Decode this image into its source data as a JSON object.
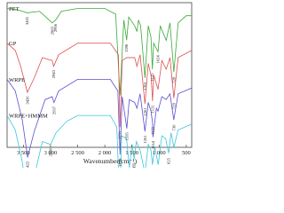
{
  "chart_data": {
    "type": "line",
    "title": "",
    "xlabel": "Wavenumber(cm⁻¹)",
    "ylabel": "",
    "xlim": [
      3800,
      400
    ],
    "x_reversed": true,
    "x_ticks": [
      "3 500",
      "3 000",
      "2 500",
      "2 000",
      "1 500",
      "1 000",
      "500"
    ],
    "x_tick_values": [
      3500,
      3000,
      2500,
      2000,
      1500,
      1000,
      500
    ],
    "grid": false,
    "legend": "labels at upper-left of each curve",
    "series": [
      {
        "name": "PET",
        "color": "#3aa83a",
        "baseline": 0.96,
        "points": [
          [
            3800,
            0.0
          ],
          [
            3600,
            -0.01
          ],
          [
            3431,
            -0.03
          ],
          [
            3200,
            -0.02
          ],
          [
            2969,
            -0.1
          ],
          [
            2906,
            -0.08
          ],
          [
            2800,
            -0.02
          ],
          [
            2500,
            0.0
          ],
          [
            2200,
            0.0
          ],
          [
            2000,
            0.0
          ],
          [
            1800,
            -0.04
          ],
          [
            1721,
            -0.6
          ],
          [
            1650,
            -0.08
          ],
          [
            1598,
            -0.22
          ],
          [
            1560,
            -0.06
          ],
          [
            1450,
            -0.12
          ],
          [
            1409,
            -0.16
          ],
          [
            1380,
            -0.08
          ],
          [
            1340,
            -0.12
          ],
          [
            1261,
            -0.48
          ],
          [
            1200,
            -0.12
          ],
          [
            1150,
            -0.2
          ],
          [
            1125,
            -0.42
          ],
          [
            1100,
            -0.24
          ],
          [
            1020,
            -0.3
          ],
          [
            980,
            -0.12
          ],
          [
            870,
            -0.22
          ],
          [
            800,
            -0.1
          ],
          [
            729,
            -0.44
          ],
          [
            650,
            -0.1
          ],
          [
            500,
            -0.05
          ],
          [
            400,
            -0.05
          ]
        ],
        "annotations": [
          {
            "x": 3431,
            "label": "3431"
          },
          {
            "x": 2969,
            "label": "2969"
          },
          {
            "x": 2906,
            "label": "2906"
          },
          {
            "x": 1598,
            "label": "1598"
          },
          {
            "x": 1261,
            "label": "1261"
          },
          {
            "x": 1125,
            "label": "1125"
          },
          {
            "x": 1024,
            "label": "1024"
          },
          {
            "x": 729,
            "label": "729"
          }
        ]
      },
      {
        "name": "GP",
        "color": "#d9534f",
        "baseline": 0.72,
        "points": [
          [
            3800,
            0.0
          ],
          [
            3650,
            -0.05
          ],
          [
            3550,
            -0.16
          ],
          [
            3426,
            -0.34
          ],
          [
            3300,
            -0.24
          ],
          [
            3150,
            -0.1
          ],
          [
            2970,
            -0.12
          ],
          [
            2943,
            -0.16
          ],
          [
            2850,
            -0.08
          ],
          [
            2500,
            0.0
          ],
          [
            2200,
            0.0
          ],
          [
            1900,
            0.0
          ],
          [
            1750,
            -0.08
          ],
          [
            1721,
            -0.58
          ],
          [
            1680,
            -0.12
          ],
          [
            1600,
            -0.1
          ],
          [
            1450,
            -0.1
          ],
          [
            1409,
            -0.16
          ],
          [
            1350,
            -0.08
          ],
          [
            1261,
            -0.42
          ],
          [
            1200,
            -0.14
          ],
          [
            1150,
            -0.22
          ],
          [
            1121,
            -0.4
          ],
          [
            1100,
            -0.22
          ],
          [
            1020,
            -0.32
          ],
          [
            950,
            -0.12
          ],
          [
            870,
            -0.18
          ],
          [
            800,
            -0.1
          ],
          [
            729,
            -0.38
          ],
          [
            650,
            -0.1
          ],
          [
            400,
            -0.05
          ]
        ],
        "annotations": [
          {
            "x": 3426,
            "label": "3426"
          },
          {
            "x": 2943,
            "label": "2943"
          },
          {
            "x": 1721,
            "label": "1721"
          },
          {
            "x": 1261,
            "label": "1261"
          },
          {
            "x": 1121,
            "label": "1121"
          },
          {
            "x": 729,
            "label": "729"
          }
        ]
      },
      {
        "name": "WRPE",
        "color": "#5a4fcf",
        "baseline": 0.47,
        "points": [
          [
            3800,
            0.0
          ],
          [
            3650,
            -0.08
          ],
          [
            3520,
            -0.28
          ],
          [
            3422,
            -0.54
          ],
          [
            3300,
            -0.36
          ],
          [
            3100,
            -0.14
          ],
          [
            2970,
            -0.12
          ],
          [
            2937,
            -0.16
          ],
          [
            2850,
            -0.08
          ],
          [
            2500,
            0.0
          ],
          [
            2200,
            0.0
          ],
          [
            1900,
            0.0
          ],
          [
            1760,
            -0.08
          ],
          [
            1720,
            -0.52
          ],
          [
            1680,
            -0.12
          ],
          [
            1595,
            -0.34
          ],
          [
            1550,
            -0.14
          ],
          [
            1450,
            -0.16
          ],
          [
            1409,
            -0.2
          ],
          [
            1350,
            -0.1
          ],
          [
            1261,
            -0.36
          ],
          [
            1200,
            -0.16
          ],
          [
            1150,
            -0.22
          ],
          [
            1121,
            -0.3
          ],
          [
            1114,
            -0.4
          ],
          [
            1050,
            -0.2
          ],
          [
            1020,
            -0.22
          ],
          [
            950,
            -0.12
          ],
          [
            870,
            -0.14
          ],
          [
            800,
            -0.1
          ],
          [
            730,
            -0.28
          ],
          [
            650,
            -0.1
          ],
          [
            400,
            -0.06
          ]
        ],
        "annotations": [
          {
            "x": 3422,
            "label": "3422"
          },
          {
            "x": 2937,
            "label": "2937"
          },
          {
            "x": 1720,
            "label": "1720"
          },
          {
            "x": 1595,
            "label": "1595"
          },
          {
            "x": 1261,
            "label": "1261"
          },
          {
            "x": 1121,
            "label": "1121"
          },
          {
            "x": 1114,
            "label": "1114"
          },
          {
            "x": 730,
            "label": "730"
          }
        ]
      },
      {
        "name": "WRPE+HMMM",
        "color": "#3cc6d8",
        "baseline": 0.22,
        "points": [
          [
            3800,
            0.0
          ],
          [
            3650,
            -0.1
          ],
          [
            3520,
            -0.32
          ],
          [
            3424,
            -0.6
          ],
          [
            3300,
            -0.42
          ],
          [
            3150,
            -0.18
          ],
          [
            2998,
            -0.2
          ],
          [
            2900,
            -0.12
          ],
          [
            2700,
            -0.04
          ],
          [
            2500,
            0.0
          ],
          [
            2200,
            0.0
          ],
          [
            1900,
            0.0
          ],
          [
            1780,
            -0.08
          ],
          [
            1727,
            -0.58
          ],
          [
            1690,
            -0.14
          ],
          [
            1600,
            -0.16
          ],
          [
            1547,
            -0.36
          ],
          [
            1500,
            -0.2
          ],
          [
            1459,
            -0.3
          ],
          [
            1420,
            -0.18
          ],
          [
            1350,
            -0.24
          ],
          [
            1261,
            -0.4
          ],
          [
            1200,
            -0.2
          ],
          [
            1150,
            -0.24
          ],
          [
            1123,
            -0.34
          ],
          [
            1080,
            -0.22
          ],
          [
            1017,
            -0.34
          ],
          [
            950,
            -0.14
          ],
          [
            880,
            -0.16
          ],
          [
            825,
            -0.26
          ],
          [
            780,
            -0.12
          ],
          [
            729,
            -0.22
          ],
          [
            650,
            -0.1
          ],
          [
            400,
            -0.06
          ]
        ],
        "annotations": [
          {
            "x": 3424,
            "label": "3424"
          },
          {
            "x": 2998,
            "label": "2998"
          },
          {
            "x": 1727,
            "label": "1727"
          },
          {
            "x": 1547,
            "label": "1547"
          },
          {
            "x": 1459,
            "label": "1459"
          },
          {
            "x": 1261,
            "label": "1261"
          },
          {
            "x": 1017,
            "label": "1017"
          },
          {
            "x": 825,
            "label": "825"
          }
        ]
      }
    ]
  }
}
